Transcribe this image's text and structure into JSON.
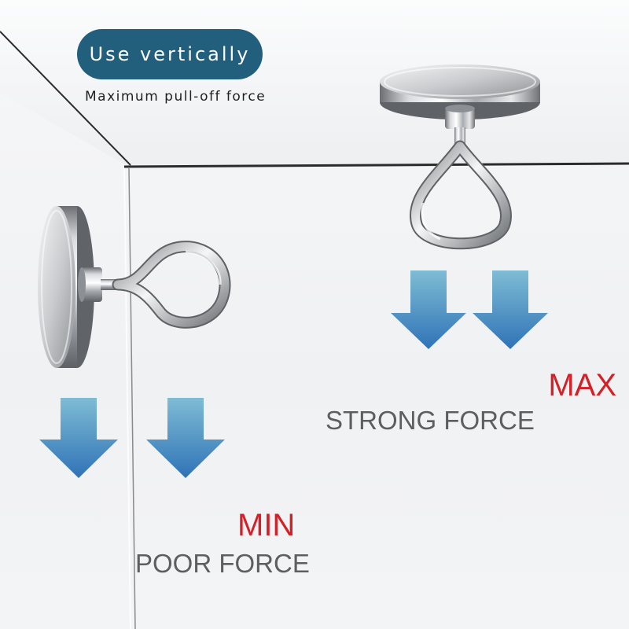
{
  "badge": {
    "label": "Use vertically"
  },
  "subtitle": "Maximum pull-off force",
  "vertical_use": {
    "level": "MAX",
    "description": "STRONG FORCE"
  },
  "horizontal_use": {
    "level": "MIN",
    "description": "POOR FORCE"
  },
  "colors": {
    "badge_background": "#215f7c",
    "arrow_top": "#7fbcd4",
    "arrow_bottom": "#2f73b7",
    "highlight_text": "#d42027",
    "description_text": "#5e5e5e"
  },
  "icons": [
    "magnetic-hook-ceiling",
    "magnetic-hook-wall",
    "down-arrow"
  ]
}
